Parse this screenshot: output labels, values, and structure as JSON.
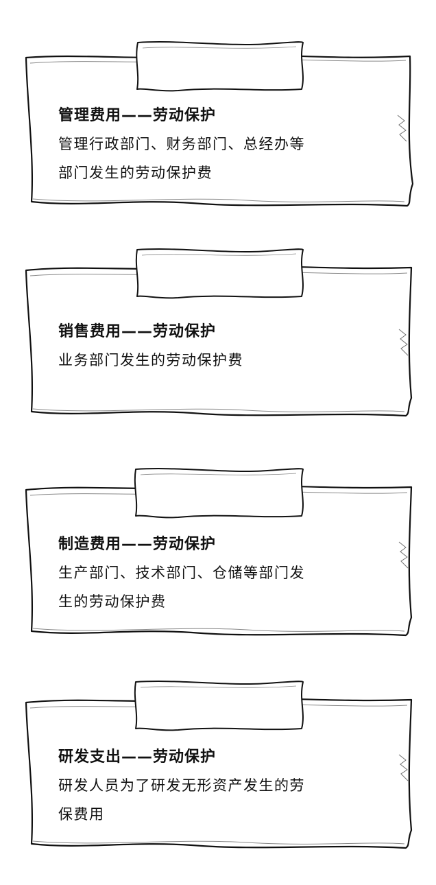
{
  "cards": [
    {
      "title": "管理费用——劳动保护",
      "lines": [
        "管理行政部门、财务部门、总经办等",
        "部门发生的劳动保护费"
      ]
    },
    {
      "title": "销售费用——劳动保护",
      "lines": [
        "业务部门发生的劳动保护费"
      ]
    },
    {
      "title": "制造费用——劳动保护",
      "lines": [
        "生产部门、技术部门、仓储等部门发",
        "生的劳动保护费"
      ]
    },
    {
      "title": "研发支出——劳动保护",
      "lines": [
        "研发人员为了研发无形资产发生的劳",
        "保费用"
      ]
    }
  ],
  "colors": {
    "ink": "#111111",
    "paper": "#ffffff"
  }
}
